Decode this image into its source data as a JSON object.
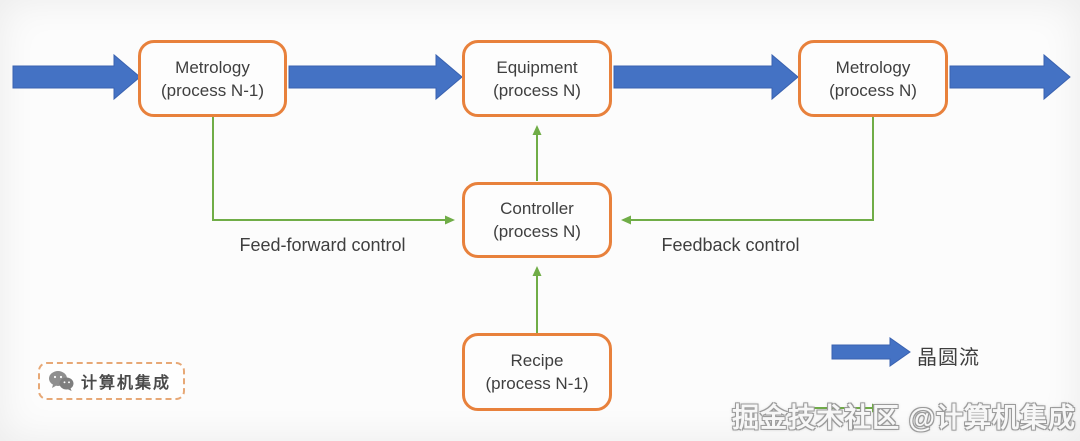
{
  "diagram": {
    "nodes": {
      "metrology_prev": {
        "line1": "Metrology",
        "line2": "(process N-1)"
      },
      "equipment": {
        "line1": "Equipment",
        "line2": "(process N)"
      },
      "metrology_n": {
        "line1": "Metrology",
        "line2": "(process N)"
      },
      "controller": {
        "line1": "Controller",
        "line2": "(process N)"
      },
      "recipe": {
        "line1": "Recipe",
        "line2": "(process N-1)"
      }
    },
    "labels": {
      "feed_forward": "Feed-forward control",
      "feedback": "Feedback control"
    },
    "legend": {
      "wafer_flow": "晶圆流"
    }
  },
  "watermarks": {
    "badge_text": "计算机集成",
    "community": "掘金技术社区 @计算机集成"
  },
  "colors": {
    "box_border": "#e8813c",
    "wafer_arrow": "#4472c4",
    "wafer_arrow_edge": "#3a62b0",
    "control_line": "#70ad47",
    "text": "#3f3f3f"
  }
}
